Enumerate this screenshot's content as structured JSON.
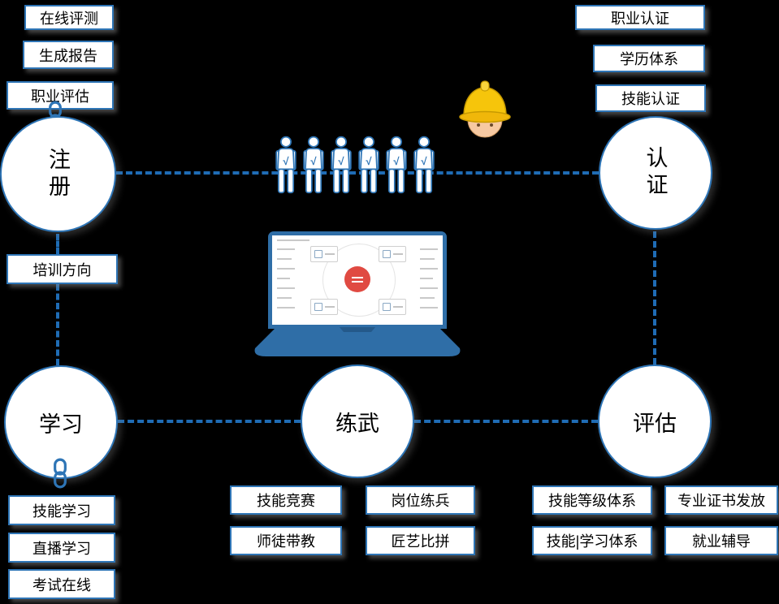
{
  "colors": {
    "background": "#000000",
    "accent": "#2e75b6",
    "dash_line": "#1f6cb5",
    "box_background": "#ffffff",
    "text": "#000000",
    "laptop_body": "#2f6ea7",
    "helmet_yellow": "#f6c50b",
    "dashboard_center_red": "#e04a42"
  },
  "nodes": {
    "register": {
      "label": "注册"
    },
    "certify": {
      "label": "认证"
    },
    "study": {
      "label": "学习"
    },
    "practice": {
      "label": "练武"
    },
    "evaluate": {
      "label": "评估"
    }
  },
  "register_boxes": [
    "在线评测",
    "生成报告",
    "职业评估"
  ],
  "certify_boxes": [
    "职业认证",
    "学历体系",
    "技能认证"
  ],
  "training_box": "培训方向",
  "study_boxes": [
    "技能学习",
    "直播学习",
    "考试在线"
  ],
  "practice_boxes": [
    "技能竞赛",
    "岗位练兵",
    "师徒带教",
    "匠艺比拼"
  ],
  "evaluate_boxes": [
    "技能等级体系",
    "专业证书发放",
    "技能|学习体系",
    "就业辅导"
  ],
  "people": {
    "count": 6,
    "check_mark": "√"
  }
}
